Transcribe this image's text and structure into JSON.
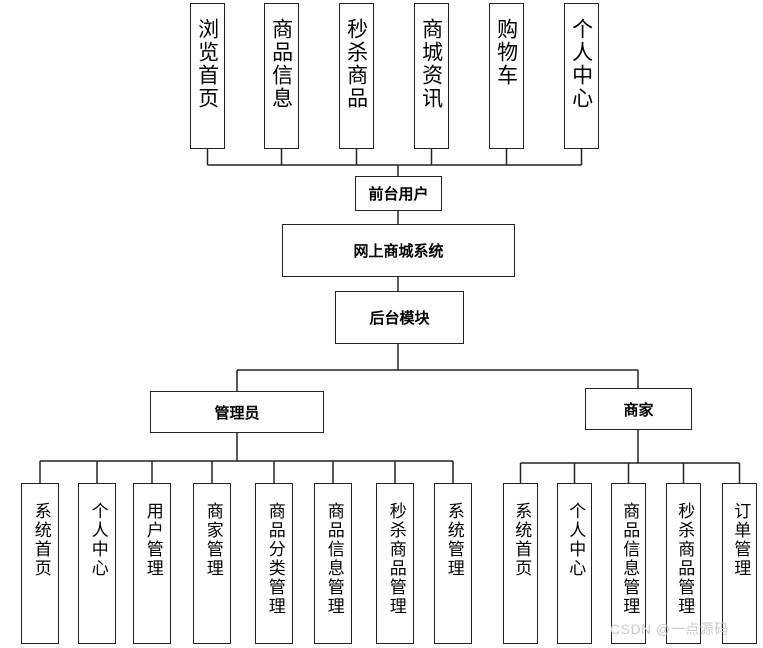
{
  "diagram": {
    "root": "网上商城系统",
    "front": {
      "label": "前台用户",
      "items": [
        "浏览首页",
        "商品信息",
        "秒杀商品",
        "商城资讯",
        "购物车",
        "个人中心"
      ]
    },
    "back": {
      "label": "后台模块",
      "admin": {
        "label": "管理员",
        "items": [
          "系统首页",
          "个人中心",
          "用户管理",
          "商家管理",
          "商品分类管理",
          "商品信息管理",
          "秒杀商品管理",
          "系统管理"
        ]
      },
      "merchant": {
        "label": "商家",
        "items": [
          "系统首页",
          "个人中心",
          "商品信息管理",
          "秒杀商品管理",
          "订单管理"
        ]
      }
    }
  },
  "watermark": "CSDN @一点源码"
}
